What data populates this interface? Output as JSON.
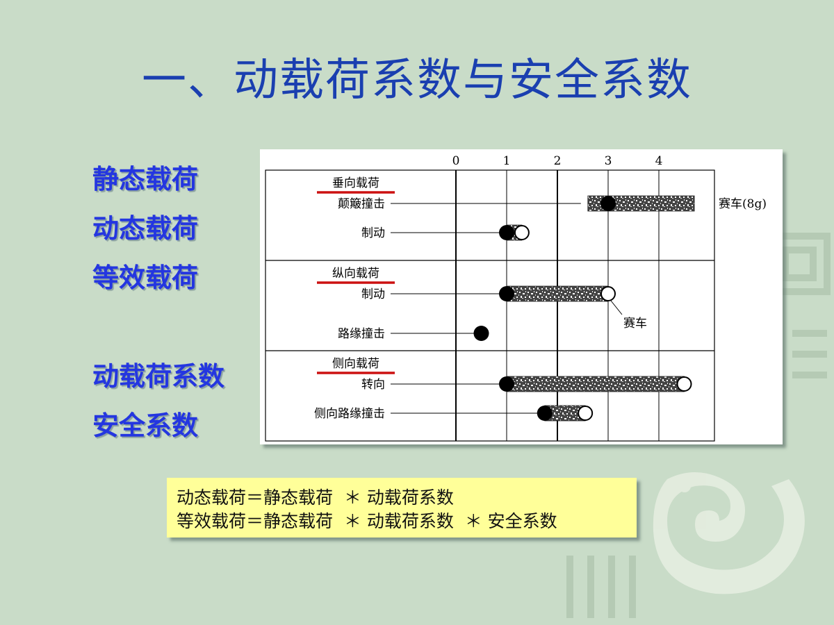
{
  "title": "一、动载荷系数与安全系数",
  "terms": [
    "静态载荷",
    "动态载荷",
    "等效载荷",
    "动载荷系数",
    "安全系数"
  ],
  "formulas": [
    "动态载荷＝静态载荷  ＊ 动载荷系数",
    "等效载荷＝静态载荷  ＊ 动载荷系数  ＊ 安全系数"
  ],
  "chart_data": {
    "type": "range",
    "x_ticks": [
      "0",
      "1",
      "2",
      "3",
      "4"
    ],
    "xlim": [
      0,
      5
    ],
    "groups": [
      {
        "name": "垂向载荷",
        "items": [
          {
            "label": "颠簸撞击",
            "start": 2.6,
            "end": 4.7,
            "filled_marker": 3.0,
            "open_marker": null,
            "note": "赛车(8g)"
          },
          {
            "label": "制动",
            "start": 1.0,
            "end": 1.3,
            "filled_marker": 1.0,
            "open_marker": 1.3,
            "note": ""
          }
        ]
      },
      {
        "name": "纵向载荷",
        "items": [
          {
            "label": "制动",
            "start": 1.0,
            "end": 3.0,
            "filled_marker": 1.0,
            "open_marker": 3.0,
            "note": "赛车"
          },
          {
            "label": "路缘撞击",
            "start": 0.5,
            "end": 0.5,
            "filled_marker": 0.5,
            "open_marker": null,
            "note": ""
          }
        ]
      },
      {
        "name": "侧向载荷",
        "items": [
          {
            "label": "转向",
            "start": 1.0,
            "end": 4.5,
            "filled_marker": 1.0,
            "open_marker": 4.5,
            "note": ""
          },
          {
            "label": "侧向路缘撞击",
            "start": 1.75,
            "end": 2.55,
            "filled_marker": 1.75,
            "open_marker": 2.55,
            "note": ""
          }
        ]
      }
    ],
    "colors": {
      "underline": "#cc1111",
      "term": "#2436e0",
      "title": "#1a3fb0"
    }
  }
}
